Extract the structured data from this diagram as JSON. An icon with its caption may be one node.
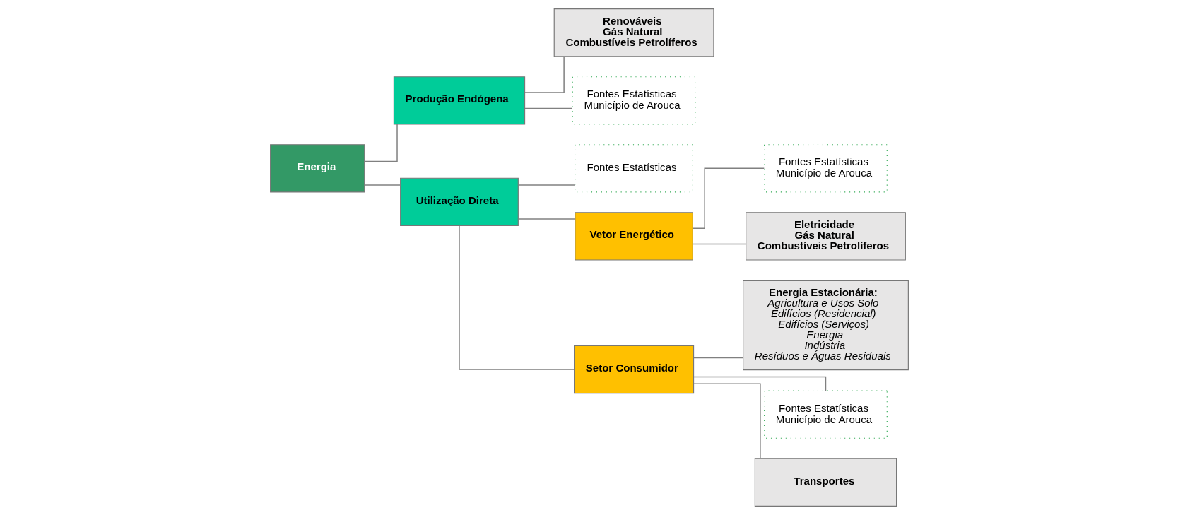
{
  "diagram": {
    "nodes": [
      {
        "text": [
          "Energia"
        ]
      },
      {
        "text": [
          "Renováveis",
          "Gás Natural",
          "Combustíveis Petrolíferos"
        ]
      },
      {
        "text": [
          "Produção Endógena"
        ]
      },
      {
        "text": [
          "Utilização Direta"
        ]
      },
      {
        "text": [
          "Fontes Estatísticas",
          "Município de Arouca"
        ]
      },
      {
        "text": [
          "Fontes Estatísticas"
        ]
      },
      {
        "text": [
          "Vetor Energético"
        ]
      },
      {
        "text": [
          "Fontes Estatísticas",
          "Município de Arouca"
        ]
      },
      {
        "text": [
          "Eletricidade",
          "Gás Natural",
          "Combustíveis Petrolíferos"
        ]
      },
      {
        "text": [
          "Energia Estacionária:",
          "Agricultura e Usos Solo",
          "Edifícios (Residencial)",
          "Edifícios (Serviços)",
          "Energia",
          "Indústria",
          "Resíduos e Águas Residuais"
        ]
      },
      {
        "text": [
          "Setor Consumidor"
        ]
      },
      {
        "text": [
          "Fontes Estatísticas",
          "Município de Arouca"
        ]
      },
      {
        "text": [
          "Transportes"
        ]
      }
    ],
    "edges": [
      {
        "from": 0,
        "to": 2,
        "arrow": "none"
      },
      {
        "from": 0,
        "to": 3,
        "arrow": "none"
      },
      {
        "from": 1,
        "to": 2,
        "arrow": "none"
      },
      {
        "from": 2,
        "to": 4,
        "arrow": "none"
      },
      {
        "from": 3,
        "to": 5,
        "arrow": "none"
      },
      {
        "from": 3,
        "to": 6,
        "arrow": "none"
      },
      {
        "from": 3,
        "to": 10,
        "arrow": "none"
      },
      {
        "from": 6,
        "to": 7,
        "arrow": "none"
      },
      {
        "from": 6,
        "to": 8,
        "arrow": "none"
      },
      {
        "from": 10,
        "to": 9,
        "arrow": "none"
      },
      {
        "from": 10,
        "to": 12,
        "arrow": "none"
      },
      {
        "from": 10,
        "to": 11,
        "arrow": "none"
      }
    ]
  }
}
